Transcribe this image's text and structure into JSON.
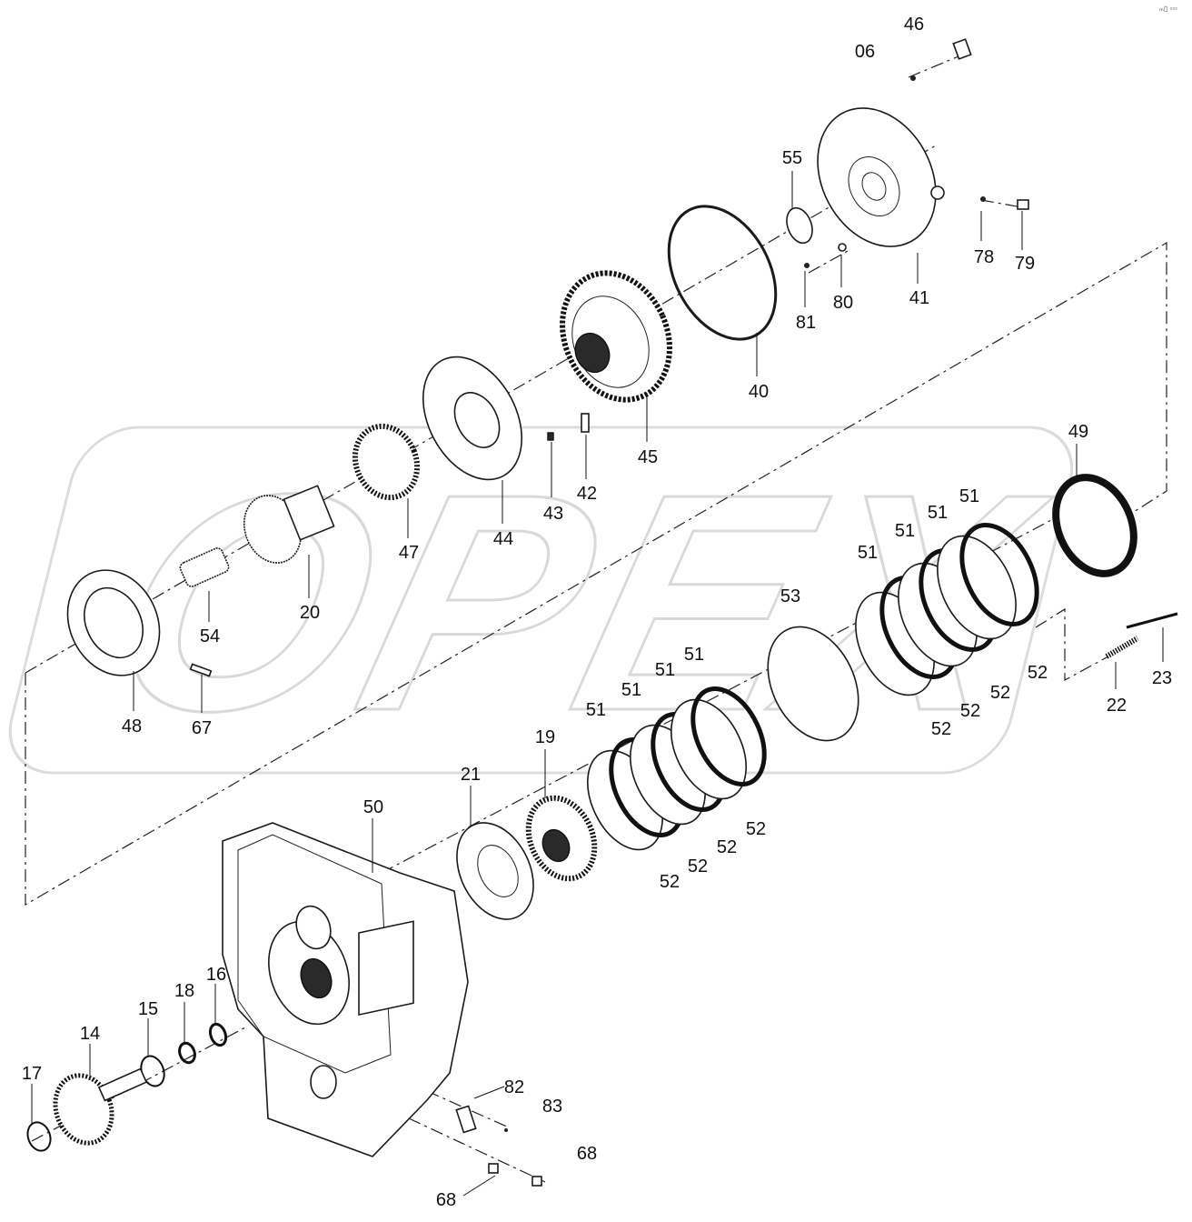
{
  "watermark": {
    "text": "OPEX",
    "color": "#d9d9d9"
  },
  "corner_mark": "ₘ▯ ▫▫▫",
  "labels": {
    "p46": "46",
    "p06": "06",
    "p55": "55",
    "p78": "78",
    "p79": "79",
    "p41": "41",
    "p80": "80",
    "p81": "81",
    "p40": "40",
    "p45": "45",
    "p42": "42",
    "p43": "43",
    "p44": "44",
    "p47": "47",
    "p20": "20",
    "p54": "54",
    "p48": "48",
    "p67": "67",
    "p49": "49",
    "p51a": "51",
    "p51b": "51",
    "p51c": "51",
    "p51d": "51",
    "p51e": "51",
    "p51f": "51",
    "p51g": "51",
    "p51h": "51",
    "p52a": "52",
    "p52b": "52",
    "p52c": "52",
    "p52d": "52",
    "p52e": "52",
    "p52f": "52",
    "p52g": "52",
    "p52h": "52",
    "p53": "53",
    "p22": "22",
    "p23": "23",
    "p19": "19",
    "p21": "21",
    "p50": "50",
    "p18": "18",
    "p16": "16",
    "p15": "15",
    "p14": "14",
    "p17": "17",
    "p82": "82",
    "p83": "83",
    "p68a": "68",
    "p68b": "68"
  }
}
